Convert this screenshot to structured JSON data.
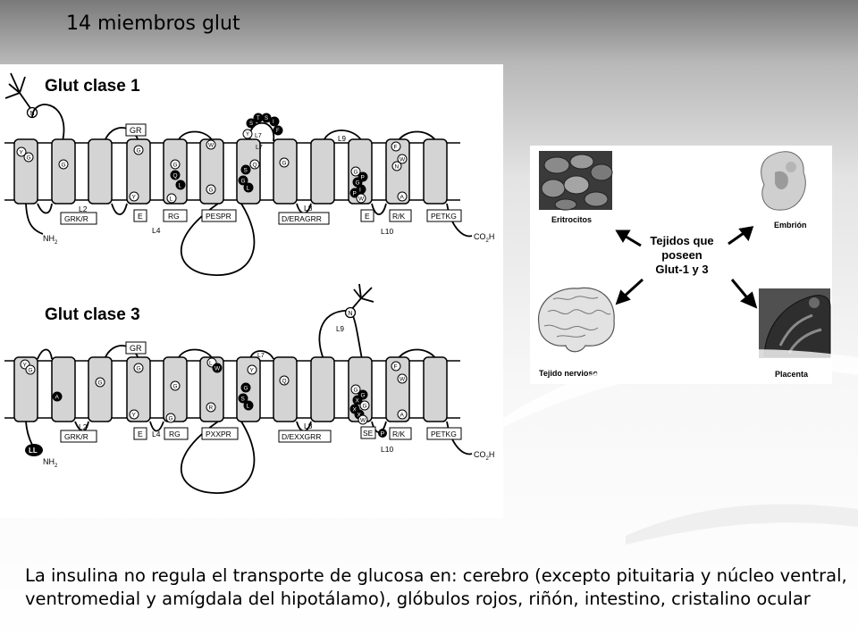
{
  "slide": {
    "title": "14 miembros glut",
    "caption": "La insulina no regula el transporte de glucosa en: cerebro (excepto pituitaria y núcleo ventral, ventromedial y amígdala del hipotálamo), glóbulos rojos, riñón, intestino, cristalino ocular"
  },
  "class1": {
    "title": "Glut clase 1",
    "n_term": "NH",
    "n_term_sub": "2",
    "c_term": "CO",
    "c_term_sub": "2",
    "c_term_end": "H",
    "top_labels": [
      "GR",
      "L7",
      "L9"
    ],
    "bottom_labels": [
      "L2",
      "GRK/R",
      "E",
      "L4",
      "RG",
      "PESPR",
      "L8",
      "D/ERAGRR",
      "E",
      "R/K",
      "L10",
      "PETKG"
    ],
    "residues_top": [
      "N",
      "S",
      "T",
      "S",
      "I",
      "F",
      "Y",
      "L7"
    ],
    "residues": [
      "Y",
      "G",
      "G",
      "G",
      "Y",
      "G",
      "Q",
      "L",
      "L",
      "W",
      "G",
      "S",
      "G",
      "L",
      "Q",
      "G",
      "G",
      "P",
      "G",
      "I",
      "P",
      "W",
      "F",
      "W",
      "N",
      "A"
    ]
  },
  "class3": {
    "title": "Glut clase 3",
    "n_term": "NH",
    "n_term_sub": "2",
    "c_term": "CO",
    "c_term_sub": "2",
    "c_term_end": "H",
    "top_labels": [
      "GR",
      "L7",
      "L9"
    ],
    "bottom_labels": [
      "L2",
      "GRK/R",
      "E",
      "L4",
      "RG",
      "PXXPR",
      "L8",
      "D/EXXGRR",
      "SE",
      "P",
      "R/K",
      "L10",
      "PETKG"
    ],
    "residues_top": [
      "N",
      "Y",
      "L7"
    ],
    "residues": [
      "Y",
      "G",
      "A",
      "G",
      "G",
      "G",
      "Y",
      "G",
      "L",
      "W",
      "R",
      "G",
      "S",
      "L",
      "Q",
      "G",
      "G",
      "X",
      "G",
      "X",
      "X",
      "W",
      "F",
      "W",
      "A",
      "LL"
    ]
  },
  "tissues": {
    "center": [
      "Tejidos que",
      "poseen",
      "Glut-1 y 3"
    ],
    "labels": [
      "Eritrocitos",
      "Embrión",
      "Tejido nervioso",
      "Placenta"
    ]
  }
}
